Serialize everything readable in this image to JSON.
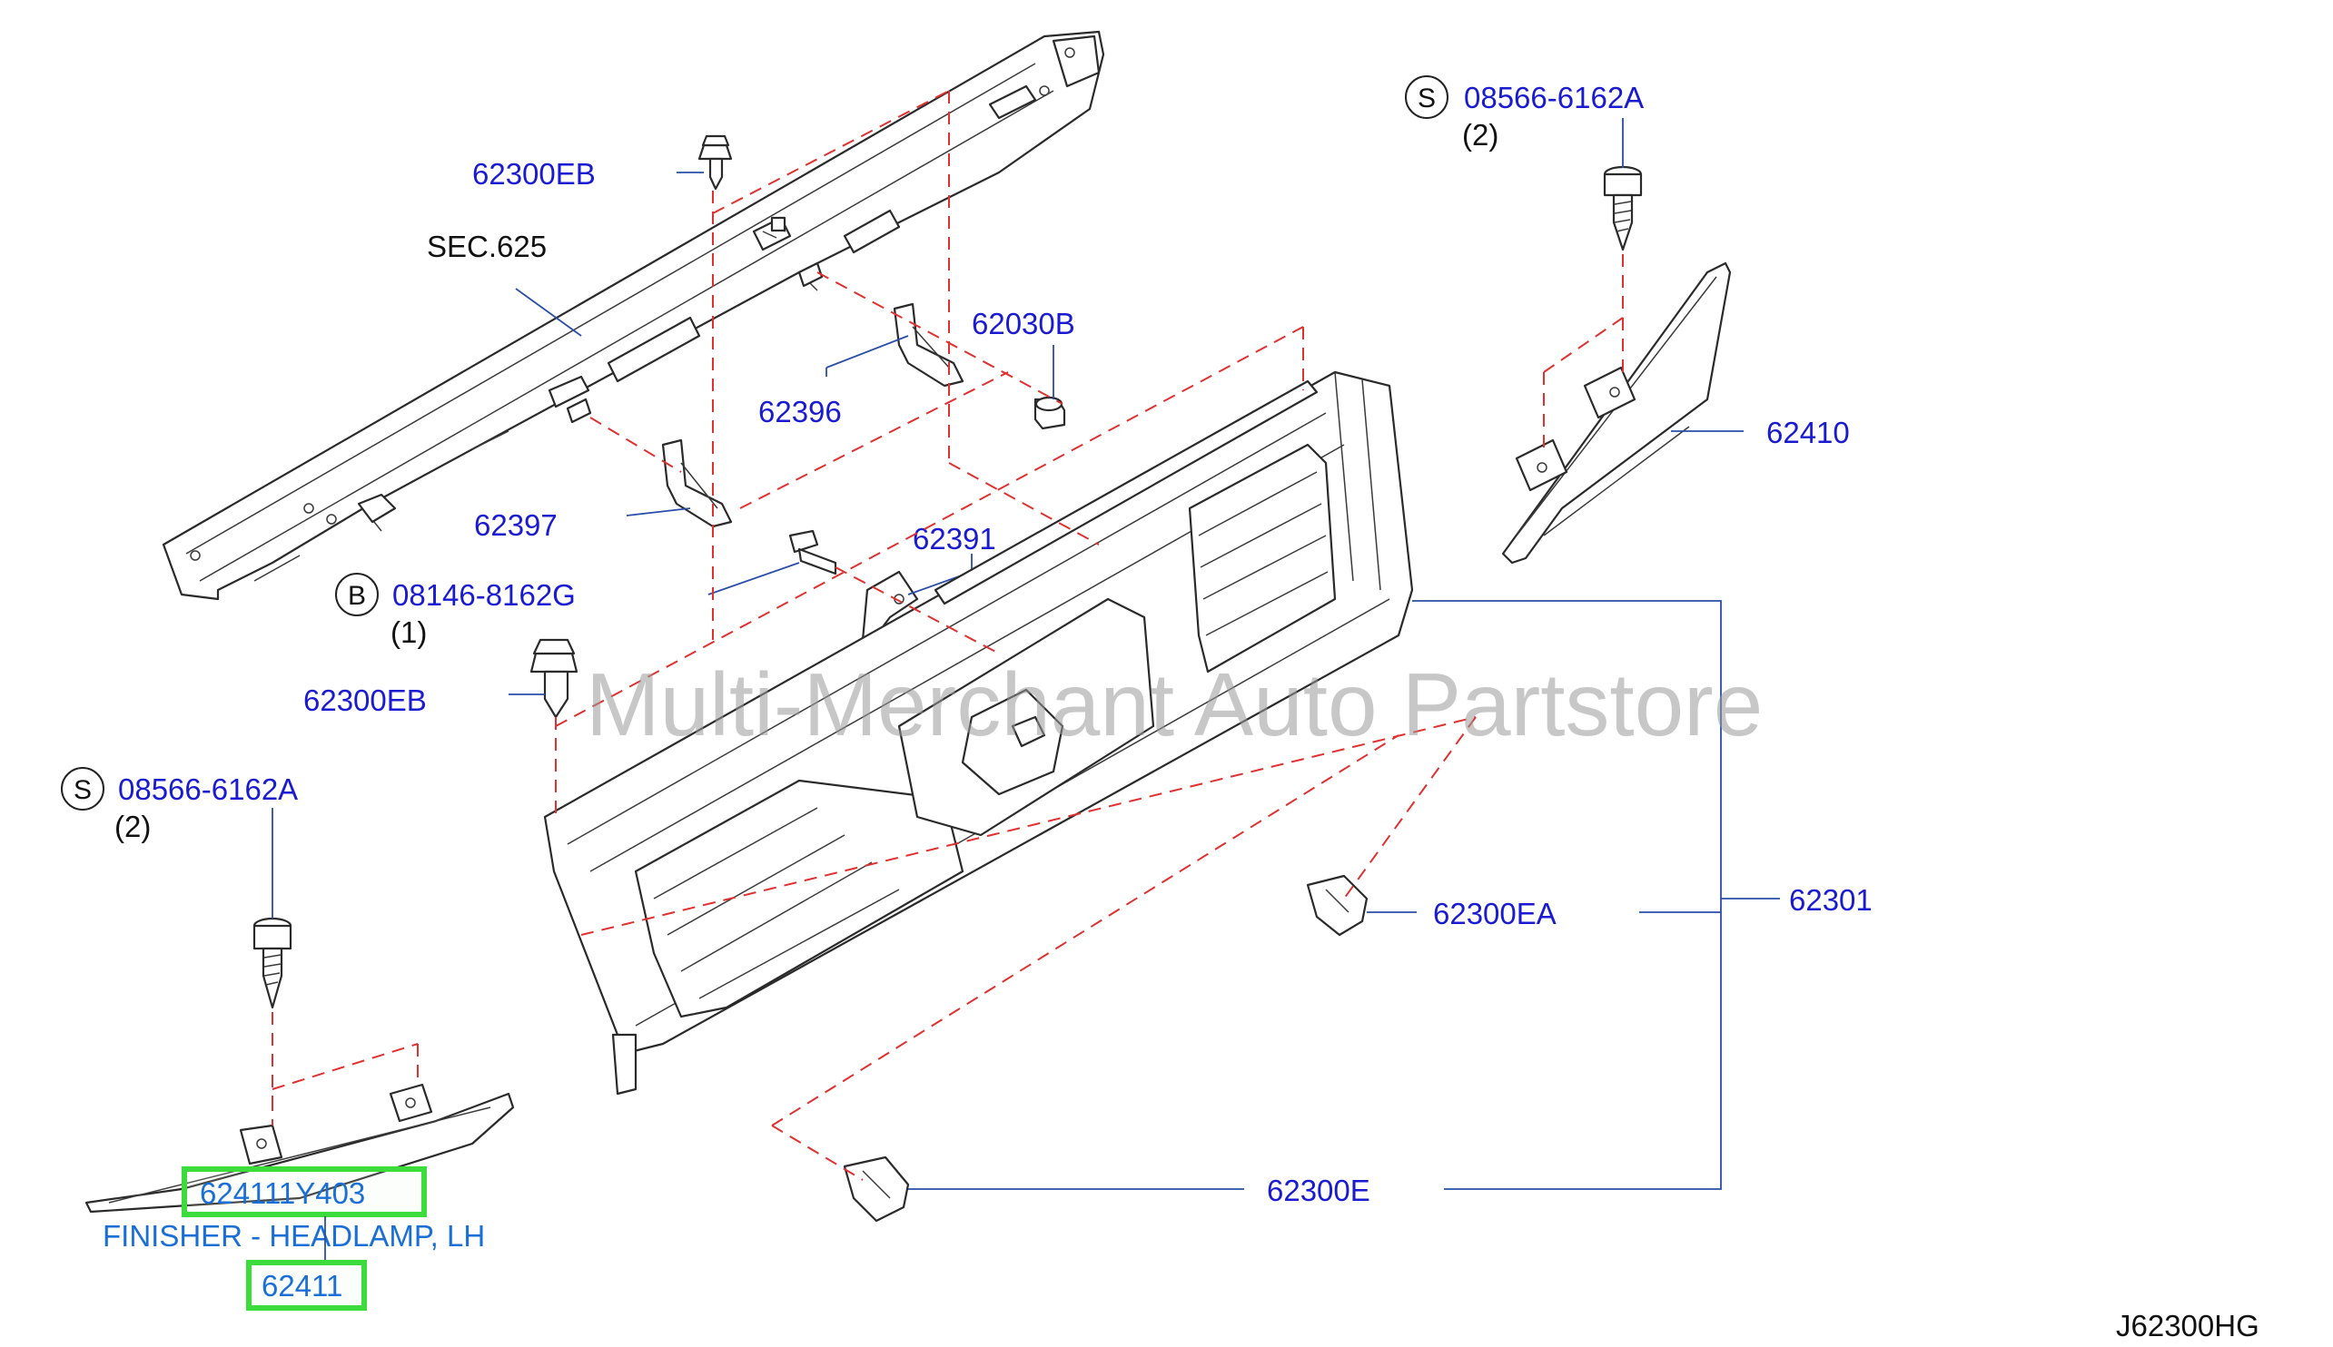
{
  "labels": {
    "p62300EB_top": "62300EB",
    "sec625": "SEC.625",
    "p62396": "62396",
    "p62030B": "62030B",
    "p62397": "62397",
    "p62391": "62391",
    "bolt_b_code": "08146-8162G",
    "bolt_b_qty": "(1)",
    "p62300EB_mid": "62300EB",
    "screw_s_right_code": "08566-6162A",
    "screw_s_right_qty": "(2)",
    "screw_s_left_code": "08566-6162A",
    "screw_s_left_qty": "(2)",
    "p62410": "62410",
    "p62301": "62301",
    "p62300EA": "62300EA",
    "p62300E": "62300E",
    "p624111Y403": "624111Y403",
    "finisher_desc": "FINISHER - HEADLAMP, LH",
    "p62411": "62411",
    "diagram_code": "J62300HG"
  },
  "badges": {
    "b": "B",
    "s_right": "S",
    "s_left": "S"
  },
  "watermark": "Multi-Merchant Auto Partstore",
  "colors": {
    "part_label": "#1a1ad0",
    "dashed_guide": "#e03030",
    "leader_line": "#2a4da8",
    "highlight": "#3ddc3d"
  }
}
